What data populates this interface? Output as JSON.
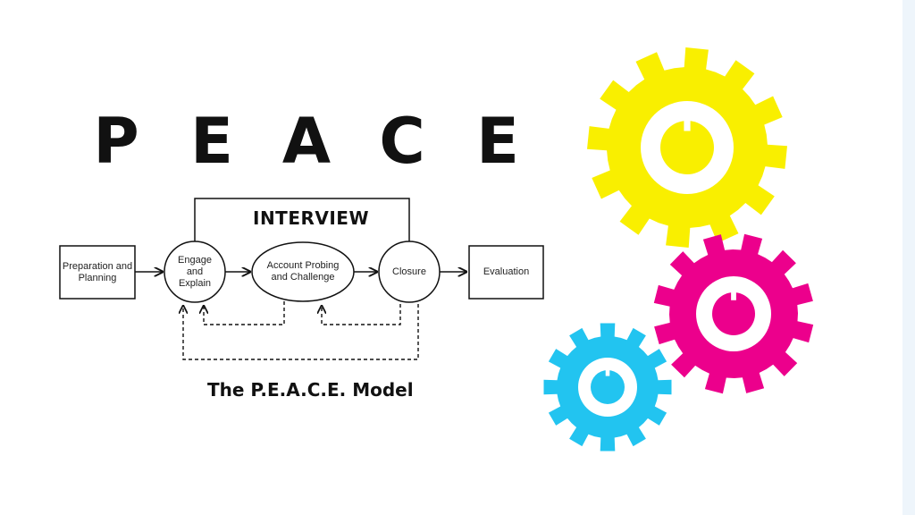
{
  "acronym": [
    "P",
    "E",
    "A",
    "C",
    "E"
  ],
  "interview_label": "INTERVIEW",
  "stages": {
    "preparation": "Preparation and Planning",
    "engage": "Engage and Explain",
    "account": "Account Probing and Challenge",
    "closure": "Closure",
    "evaluation": "Evaluation"
  },
  "caption": "The P.E.A.C.E. Model",
  "colors": {
    "gear_yellow": "#f9ef00",
    "gear_magenta": "#ec008c",
    "gear_cyan": "#22c4f0",
    "ink": "#111111"
  },
  "icons": [
    "yellow-gear-icon",
    "magenta-gear-icon",
    "cyan-gear-icon"
  ]
}
